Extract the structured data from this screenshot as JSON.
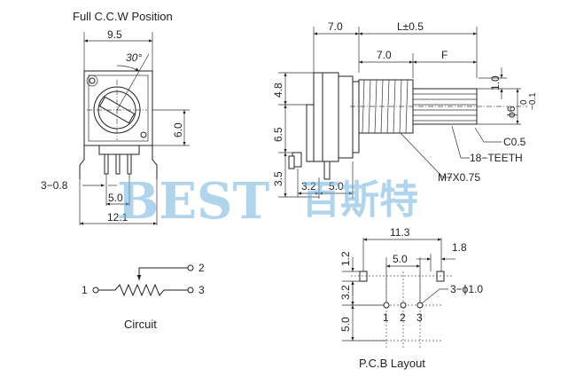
{
  "front_view": {
    "title": "Full C.C.W Position",
    "dim_width": "9.5",
    "dim_angle": "30°",
    "dim_height": "6.0",
    "dim_pin": "3−0.8",
    "dim_pitch": "5.0",
    "dim_total": "12.1"
  },
  "side_view": {
    "dim_body": "7.0",
    "dim_length": "L±0.5",
    "dim_thread": "7.0",
    "dim_f": "F",
    "dim_top": "4.8",
    "dim_mid": "6.5",
    "dim_pinlen": "3.5",
    "dim_pin_a": "3.2",
    "dim_pin_b": "5.0",
    "dim_tip": "1.0",
    "dim_shaft": "ϕ6",
    "tol_upper": "0",
    "tol_lower": "−0.1",
    "chamfer": "C0.5",
    "teeth": "18−TEETH",
    "thread": "M7X0.75"
  },
  "watermark": {
    "latin": "BEST",
    "cjk": "百斯特",
    "color": "#6fb2dd"
  },
  "circuit": {
    "pin1": "1",
    "pin2": "2",
    "pin3": "3",
    "caption": "Circuit"
  },
  "pcb": {
    "dim_width": "11.3",
    "dim_pad": "1.8",
    "dim_top": "1.2",
    "dim_pitch": "5.0",
    "dim_row": "3.2",
    "dim_bottom": "5.0",
    "holes": "3−ϕ1.0",
    "pin1": "1",
    "pin2": "2",
    "pin3": "3",
    "caption": "P.C.B Layout"
  }
}
